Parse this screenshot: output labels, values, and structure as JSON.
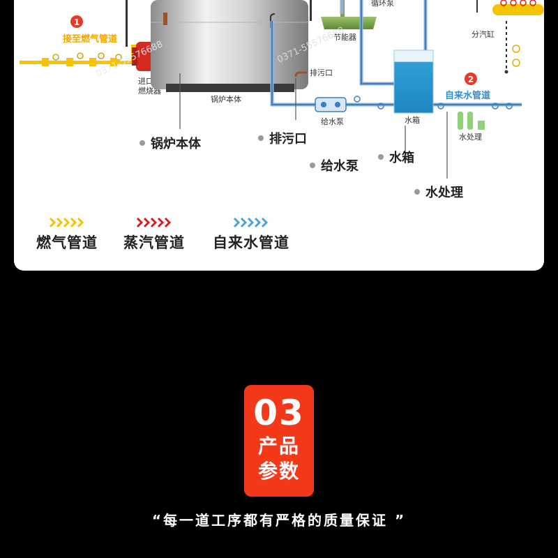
{
  "diagram": {
    "gas_pipe_label": "接至燃气管道",
    "gas_pipe_step": "1",
    "water_pipe_label": "自来水管道",
    "water_pipe_step": "2",
    "burner_label_line1": "进口",
    "burner_label_line2": "燃烧器",
    "boiler_body_small": "锅炉本体",
    "drain_small": "排污口",
    "feed_pump_small": "给水泵",
    "economizer_small": "节能器",
    "circulation_pump_small": "循环泵",
    "tank_small": "水箱",
    "water_treatment_small": "水处理",
    "steam_header_small": "分汽缸",
    "watermark_phone": "0371-55576688"
  },
  "callouts": {
    "boiler_body": "锅炉本体",
    "drain": "排污口",
    "feed_pump": "给水泵",
    "tank": "水箱",
    "water_treatment": "水处理"
  },
  "legend": [
    {
      "label": "燃气管道",
      "color": "#f5c400"
    },
    {
      "label": "蒸汽管道",
      "color": "#d81e1e"
    },
    {
      "label": "自来水管道",
      "color": "#4aa3d8"
    }
  ],
  "section": {
    "number": "03",
    "title_line1": "产品",
    "title_line2": "参数"
  },
  "slogan": "“每一道工序都有严格的质量保证 ”",
  "colors": {
    "accent_red": "#f4391b",
    "water_blue": "#4aa3d8",
    "gas_yellow": "#f5c400",
    "steam_red": "#d81e1e"
  }
}
